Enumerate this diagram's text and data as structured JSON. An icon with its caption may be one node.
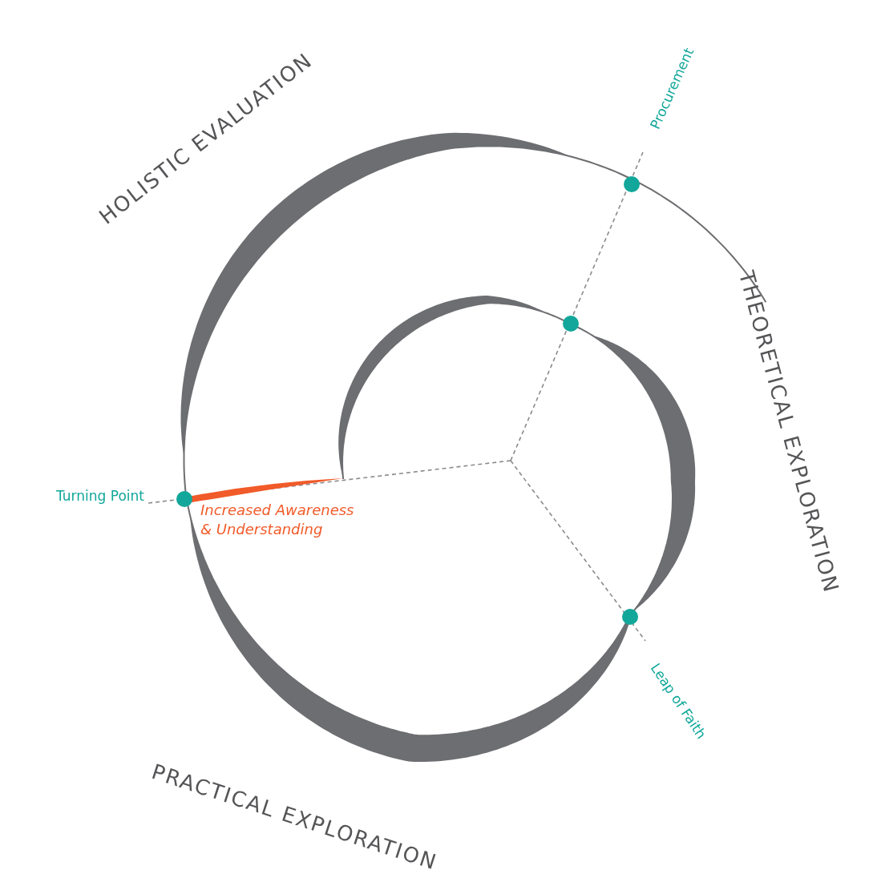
{
  "diagram": {
    "nodes": [
      {
        "text": [],
        "shape": "circle",
        "beside": [
          "Procurement"
        ]
      },
      {
        "text": [],
        "shape": "circle"
      },
      {
        "text": [],
        "shape": "circle",
        "beside": [
          "Turning Point"
        ]
      },
      {
        "text": [],
        "shape": "circle",
        "beside": [
          "Leap of Faith"
        ]
      }
    ],
    "labels": [
      "HOLISTIC EVALUATION",
      "THEORETICAL EXPLORATION",
      "Increased Awareness & Understanding",
      "PRACTICAL EXPLORATION"
    ]
  }
}
